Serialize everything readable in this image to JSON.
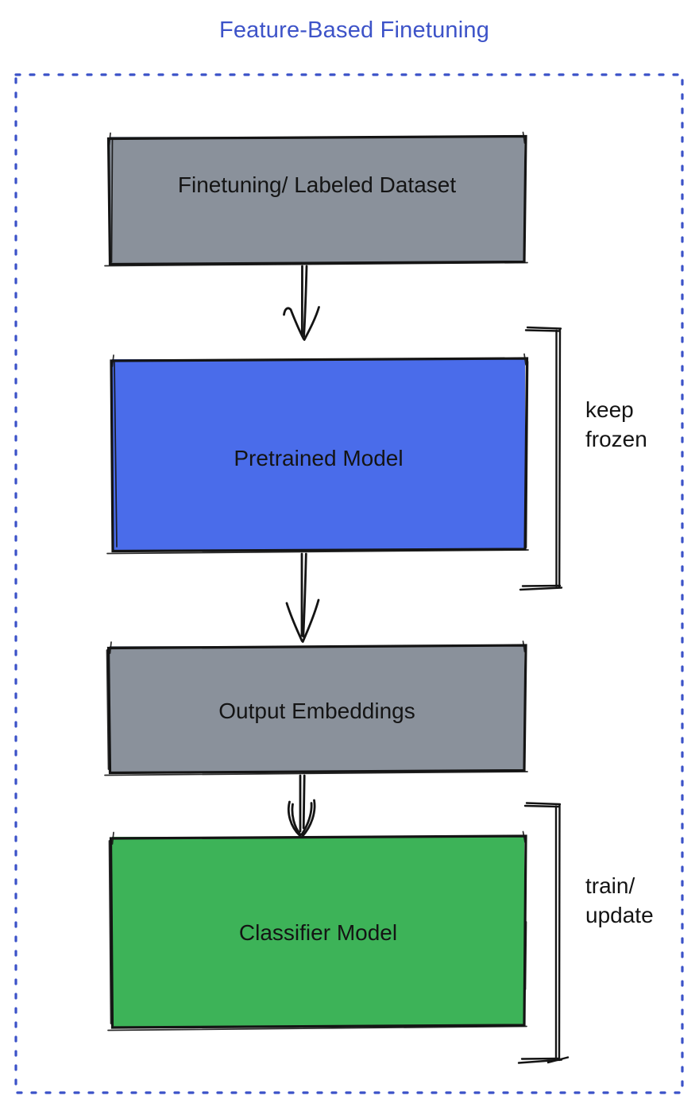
{
  "title": {
    "text": "Feature-Based Finetuning",
    "color": "#3D53C8"
  },
  "container": {
    "border_color": "#3B52C8",
    "border_style": "dashed"
  },
  "ink_color": "#141414",
  "nodes": [
    {
      "id": "dataset",
      "label": "Finetuning/ Labeled Dataset",
      "fill": "#8A919B",
      "text_color": "#141414"
    },
    {
      "id": "pretrained",
      "label": "Pretrained Model",
      "fill": "#4A6CEA",
      "text_color": "#141414"
    },
    {
      "id": "embeddings",
      "label": "Output Embeddings",
      "fill": "#8A919B",
      "text_color": "#141414"
    },
    {
      "id": "classifier",
      "label": "Classifier Model",
      "fill": "#3DB358",
      "text_color": "#141414"
    }
  ],
  "annotations": [
    {
      "id": "keep-frozen",
      "lines": [
        "keep",
        "frozen"
      ],
      "target": "Pretrained Model"
    },
    {
      "id": "train-update",
      "lines": [
        "train/",
        "update"
      ],
      "target": "Classifier Model"
    }
  ],
  "arrows": [
    {
      "from": "Finetuning/ Labeled Dataset",
      "to": "Pretrained Model"
    },
    {
      "from": "Pretrained Model",
      "to": "Output Embeddings"
    },
    {
      "from": "Output Embeddings",
      "to": "Classifier Model"
    }
  ]
}
